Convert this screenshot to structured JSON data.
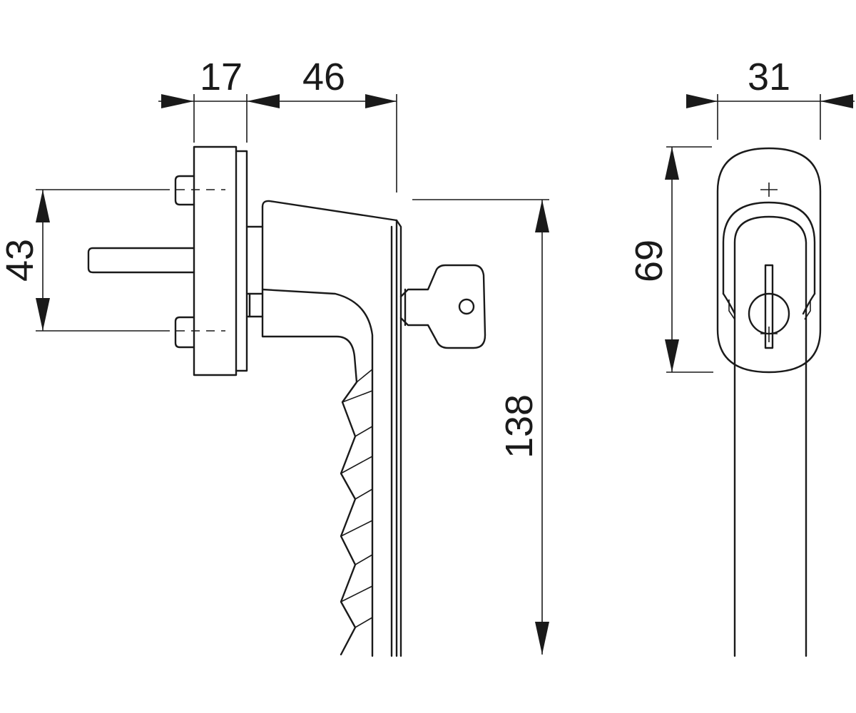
{
  "drawing": {
    "line_color": "#1a1a1a",
    "background": "#ffffff",
    "dimensions": {
      "cover_depth": "17",
      "handle_depth": "46",
      "screw_spacing": "43",
      "handle_length": "138",
      "rosette_width": "31",
      "rosette_height": "69"
    }
  }
}
